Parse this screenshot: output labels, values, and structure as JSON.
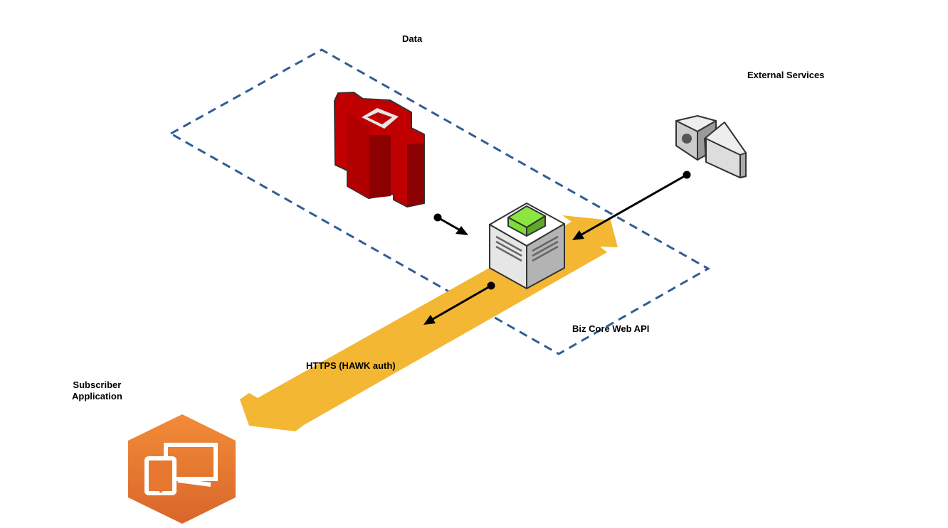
{
  "labels": {
    "data": "Data",
    "external_services": "External Services",
    "biz_core": "Biz Core Web API",
    "https": "HTTPS (HAWK auth)",
    "subscriber": "Subscriber\nApplication"
  },
  "colors": {
    "boundary": "#2E5E93",
    "band": "#F3B733",
    "database": "#C00000",
    "server_box": "#7DDB3A",
    "subscriber_hex": "#E8772F"
  },
  "icons": [
    "database-icon",
    "server-icon",
    "cloud-services-icon",
    "devices-icon"
  ]
}
